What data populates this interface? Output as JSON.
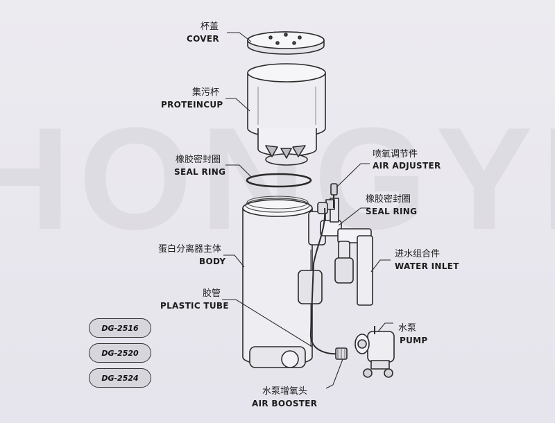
{
  "labels": {
    "cover": {
      "zh": "杯盖",
      "en": "COVER"
    },
    "protein_cup": {
      "zh": "集污杯",
      "en": "PROTEINCUP"
    },
    "seal_ring_1": {
      "zh": "橡胶密封圈",
      "en": "SEAL RING"
    },
    "body": {
      "zh": "蛋白分离器主体",
      "en": "BODY"
    },
    "plastic_tube": {
      "zh": "胶管",
      "en": "PLASTIC TUBE"
    },
    "air_adjuster": {
      "zh": "喷氧调节件",
      "en": "AIR ADJUSTER"
    },
    "seal_ring_2": {
      "zh": "橡胶密封圈",
      "en": "SEAL RING"
    },
    "water_inlet": {
      "zh": "进水组合件",
      "en": "WATER INLET"
    },
    "pump": {
      "zh": "水泵",
      "en": "PUMP"
    },
    "air_booster": {
      "zh": "水泵增氧头",
      "en": "AIR BOOSTER"
    }
  },
  "models": [
    "DG-2516",
    "DG-2520",
    "DG-2524"
  ],
  "watermark": "HONGYI",
  "colors": {
    "line": "#2a2a2a",
    "fill": "#f4f3f6",
    "background": "#e9e7ee"
  }
}
